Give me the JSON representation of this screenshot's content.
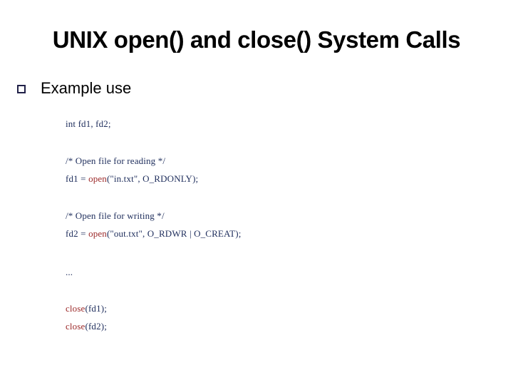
{
  "slide": {
    "title": "UNIX open() and close() System Calls",
    "background_color": "#ffffff",
    "title_color": "#000000"
  },
  "bullet": {
    "marker_icon": "hollow-square-bullet-icon",
    "marker_color": "#212148",
    "label": "Example use"
  },
  "code": {
    "text_color": "#21305e",
    "call_color": "#9c2a2a",
    "lines": [
      {
        "id": "decl",
        "segments": [
          {
            "text": "int fd1, fd2;",
            "style": "plain"
          }
        ]
      },
      {
        "id": "comment-read",
        "segments": [
          {
            "text": "/* Open file for reading */",
            "style": "plain"
          }
        ]
      },
      {
        "id": "open-read",
        "segments": [
          {
            "text": "fd1 = ",
            "style": "plain"
          },
          {
            "text": "open",
            "style": "call"
          },
          {
            "text": "(\"in.txt\", O_RDONLY);",
            "style": "plain"
          }
        ]
      },
      {
        "id": "comment-write",
        "segments": [
          {
            "text": "/* Open file for writing */",
            "style": "plain"
          }
        ]
      },
      {
        "id": "open-write",
        "segments": [
          {
            "text": "fd2 = ",
            "style": "plain"
          },
          {
            "text": "open",
            "style": "call"
          },
          {
            "text": "(\"out.txt\", O_RDWR | O_CREAT);",
            "style": "plain"
          }
        ]
      },
      {
        "id": "ellipsis",
        "segments": [
          {
            "text": "...",
            "style": "plain"
          }
        ]
      },
      {
        "id": "close-1",
        "segments": [
          {
            "text": "close",
            "style": "call"
          },
          {
            "text": "(fd1);",
            "style": "plain"
          }
        ]
      },
      {
        "id": "close-2",
        "segments": [
          {
            "text": "close",
            "style": "call"
          },
          {
            "text": "(fd2);",
            "style": "plain"
          }
        ]
      }
    ],
    "plain_lines": {
      "decl": "int fd1, fd2;",
      "comment_read": "/* Open file for reading */",
      "open_read_prefix": "fd1 = ",
      "open_read_call": "open",
      "open_read_suffix": "(\"in.txt\", O_RDONLY);",
      "comment_write": "/* Open file for writing */",
      "open_write_prefix": "fd2 = ",
      "open_write_call": "open",
      "open_write_suffix": "(\"out.txt\", O_RDWR | O_CREAT);",
      "ellipsis": "...",
      "close1_call": "close",
      "close1_suffix": "(fd1);",
      "close2_call": "close",
      "close2_suffix": "(fd2);"
    }
  }
}
